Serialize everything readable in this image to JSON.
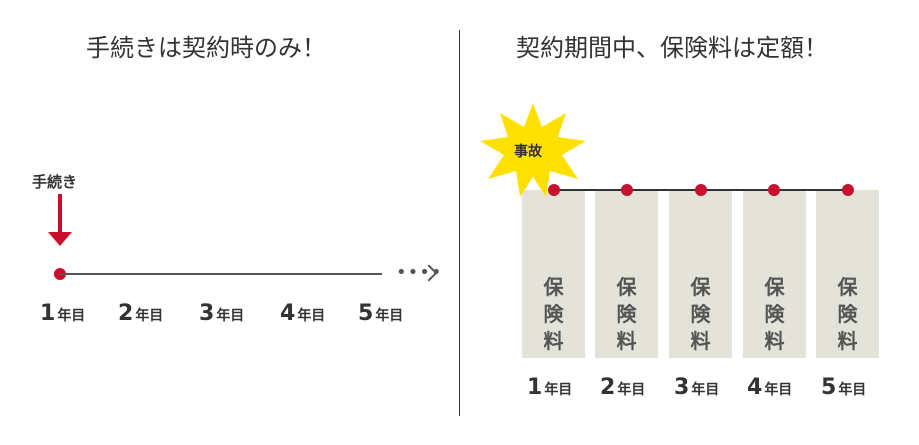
{
  "left": {
    "title": "手続きは契約時のみ！",
    "process_label": "手続き",
    "years": [
      {
        "num": "1",
        "unit": "年目"
      },
      {
        "num": "2",
        "unit": "年目"
      },
      {
        "num": "3",
        "unit": "年目"
      },
      {
        "num": "4",
        "unit": "年目"
      },
      {
        "num": "5",
        "unit": "年目"
      }
    ]
  },
  "right": {
    "title": "契約期間中、保険料は定額！",
    "accident_label": "事故",
    "premium_label": "保険料",
    "premium_chars": [
      "保",
      "険",
      "料"
    ],
    "years": [
      {
        "num": "1",
        "unit": "年目"
      },
      {
        "num": "2",
        "unit": "年目"
      },
      {
        "num": "3",
        "unit": "年目"
      },
      {
        "num": "4",
        "unit": "年目"
      },
      {
        "num": "5",
        "unit": "年目"
      }
    ]
  },
  "colors": {
    "accent": "#c8102e",
    "burst": "#ffe000",
    "premium_box": "#e3e3da",
    "text": "#333333"
  }
}
